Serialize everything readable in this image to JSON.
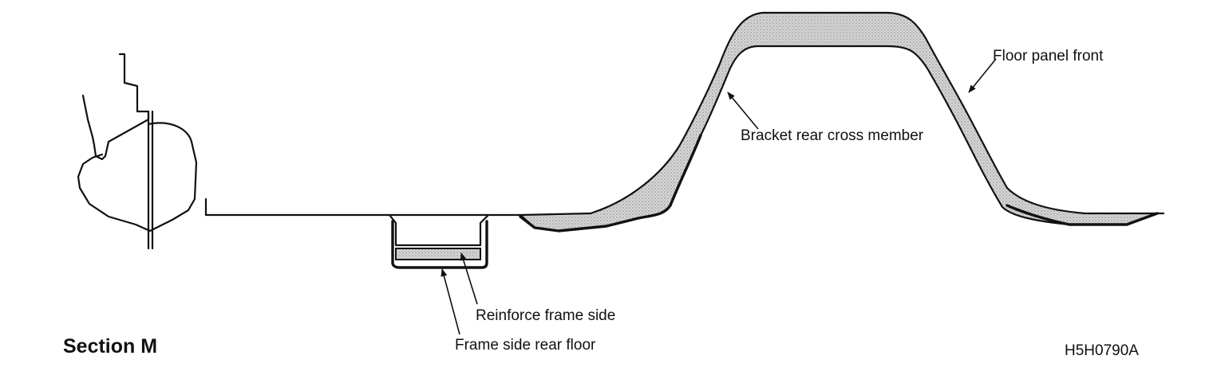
{
  "diagram": {
    "callouts": {
      "floor_panel_front": "Floor panel front",
      "bracket_rear_cross_member": "Bracket rear cross member",
      "reinforce_frame_side": "Reinforce frame side",
      "frame_side_rear_floor": "Frame side rear floor"
    },
    "section_title": "Section M",
    "reference_code": "H5H0790A",
    "colors": {
      "line": "#111111",
      "shading": "#bdbdbd",
      "background": "#ffffff"
    }
  }
}
